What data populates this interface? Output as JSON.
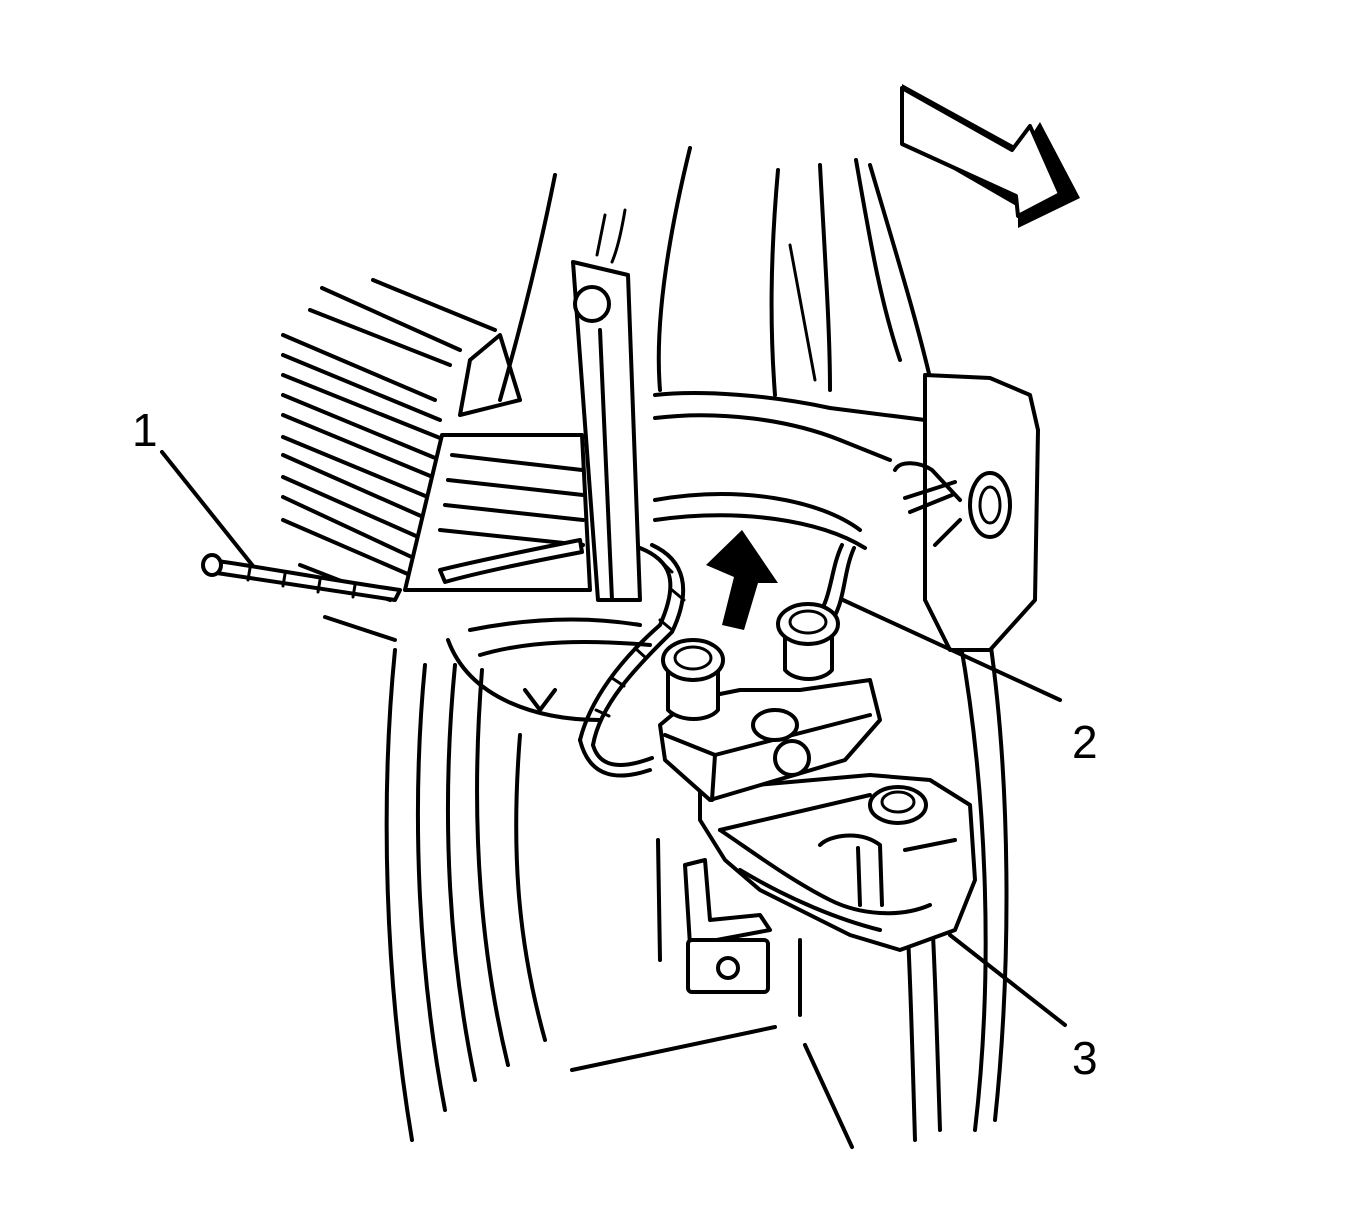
{
  "callouts": [
    {
      "id": "1",
      "label": "1"
    },
    {
      "id": "2",
      "label": "2"
    },
    {
      "id": "3",
      "label": "3"
    }
  ],
  "icons": {
    "direction_arrow": "front-direction-arrow-icon",
    "removal_arrow": "up-arrow-icon"
  },
  "colors": {
    "line": "#000000",
    "background": "#ffffff"
  }
}
